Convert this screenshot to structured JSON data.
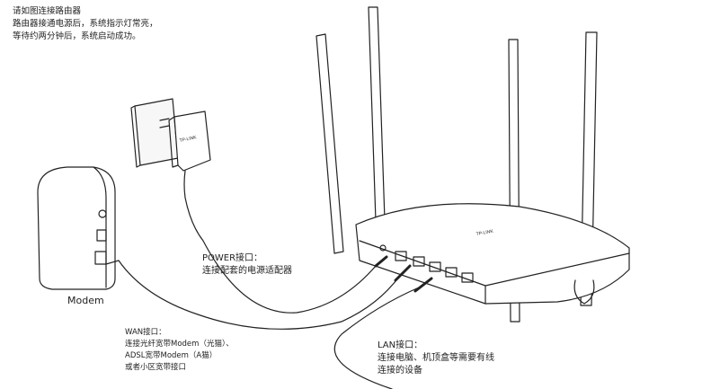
{
  "intro": {
    "lines": [
      "请如图连接路由器",
      "路由器接通电源后，系统指示灯常亮，",
      "等待约两分钟后，系统启动成功。"
    ]
  },
  "labels": {
    "modem": "Modem",
    "power": [
      "POWER接口：",
      "连接配套的电源适配器"
    ],
    "wan": [
      "WAN接口：",
      "连接光纤宽带Modem（光猫）、",
      "ADSL宽带Modem（A猫）",
      "或者小区宽带接口"
    ],
    "lan": [
      "LAN接口：",
      "连接电脑、机顶盒等需要有线",
      "连接的设备"
    ]
  },
  "logos": {
    "adapter": "TP-LINK",
    "router": "TP-LINK"
  }
}
